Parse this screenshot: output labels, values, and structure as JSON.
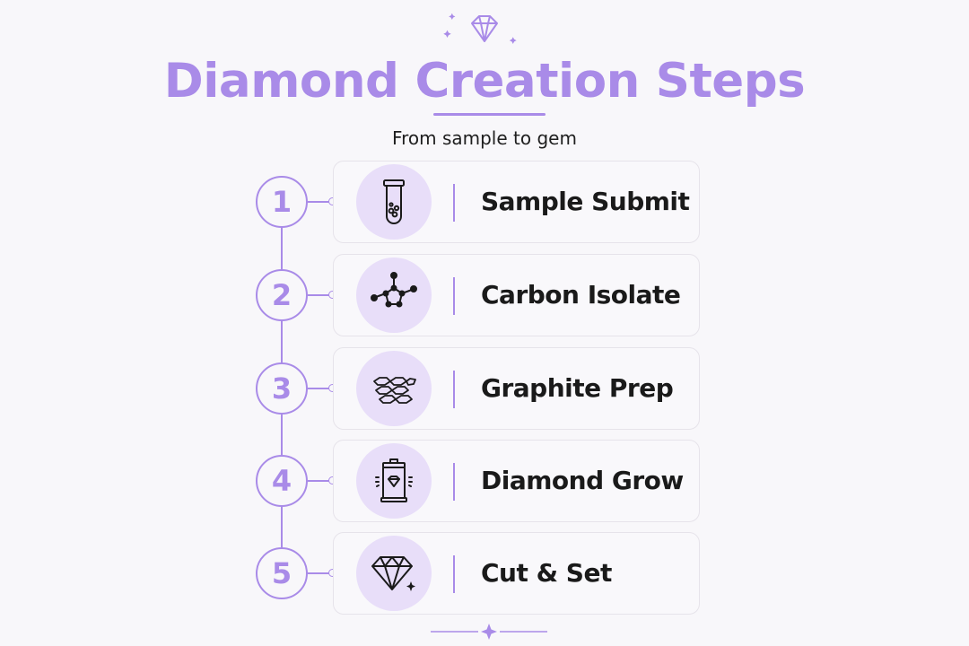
{
  "header": {
    "title": "Diamond Creation Steps",
    "subtitle": "From sample to gem"
  },
  "steps": [
    {
      "number": "1",
      "label": "Sample Submit",
      "icon": "test-tube-icon"
    },
    {
      "number": "2",
      "label": "Carbon Isolate",
      "icon": "molecule-icon"
    },
    {
      "number": "3",
      "label": "Graphite Prep",
      "icon": "graphite-layers-icon"
    },
    {
      "number": "4",
      "label": "Diamond Grow",
      "icon": "growth-chamber-icon"
    },
    {
      "number": "5",
      "label": "Cut & Set",
      "icon": "cut-diamond-icon"
    }
  ],
  "colors": {
    "accent": "#a98be8",
    "icon_bg": "#e8def9",
    "text": "#1a1a1a",
    "background": "#f8f7fa"
  }
}
